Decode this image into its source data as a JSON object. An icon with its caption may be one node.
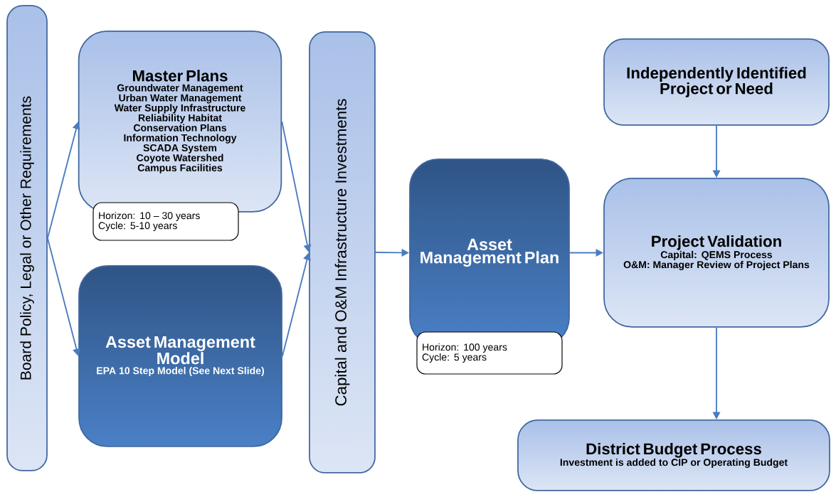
{
  "diagram": {
    "nodes": [
      {
        "text": [
          "Board Policy, Legal or Other Requirements"
        ]
      },
      {
        "text": [
          "Master Plans",
          "Groundwater Management",
          "Urban Water Management",
          "Water Supply Infrastructure",
          "Reliability Habitat",
          "Conservation Plans",
          "Information Technology",
          "SCADA System",
          "Coyote Watershed",
          "Campus Facilities"
        ]
      },
      {
        "text": [
          "Horizon: 10 – 30 years",
          "Cycle:  5-10 years"
        ]
      },
      {
        "text": [
          "Asset Management Model",
          "EPA 10 Step Model (See Next Slide)"
        ]
      },
      {
        "text": [
          "Capital and O&M Infrastructure Investments"
        ]
      },
      {
        "text": [
          "Asset Management Plan"
        ]
      },
      {
        "text": [
          "Horizon: 100 years",
          "Cycle:  5 years"
        ]
      },
      {
        "text": [
          "Independently Identified Project or Need"
        ]
      },
      {
        "text": [
          "Project Validation",
          "Capital:  QEMS Process",
          "O&M:  Manager Review of Project Plans"
        ]
      },
      {
        "text": [
          "District Budget Process",
          "Investment is added to CIP or Operating Budget"
        ]
      }
    ],
    "edges": [
      {
        "from": 0,
        "to": 1,
        "arrow": "to"
      },
      {
        "from": 0,
        "to": 3,
        "arrow": "to"
      },
      {
        "from": 1,
        "to": 4,
        "arrow": "to"
      },
      {
        "from": 3,
        "to": 4,
        "arrow": "to"
      },
      {
        "from": 4,
        "to": 5,
        "arrow": "to"
      },
      {
        "from": 5,
        "to": 8,
        "arrow": "to"
      },
      {
        "from": 7,
        "to": 8,
        "arrow": "to"
      },
      {
        "from": 8,
        "to": 9,
        "arrow": "to"
      }
    ]
  }
}
